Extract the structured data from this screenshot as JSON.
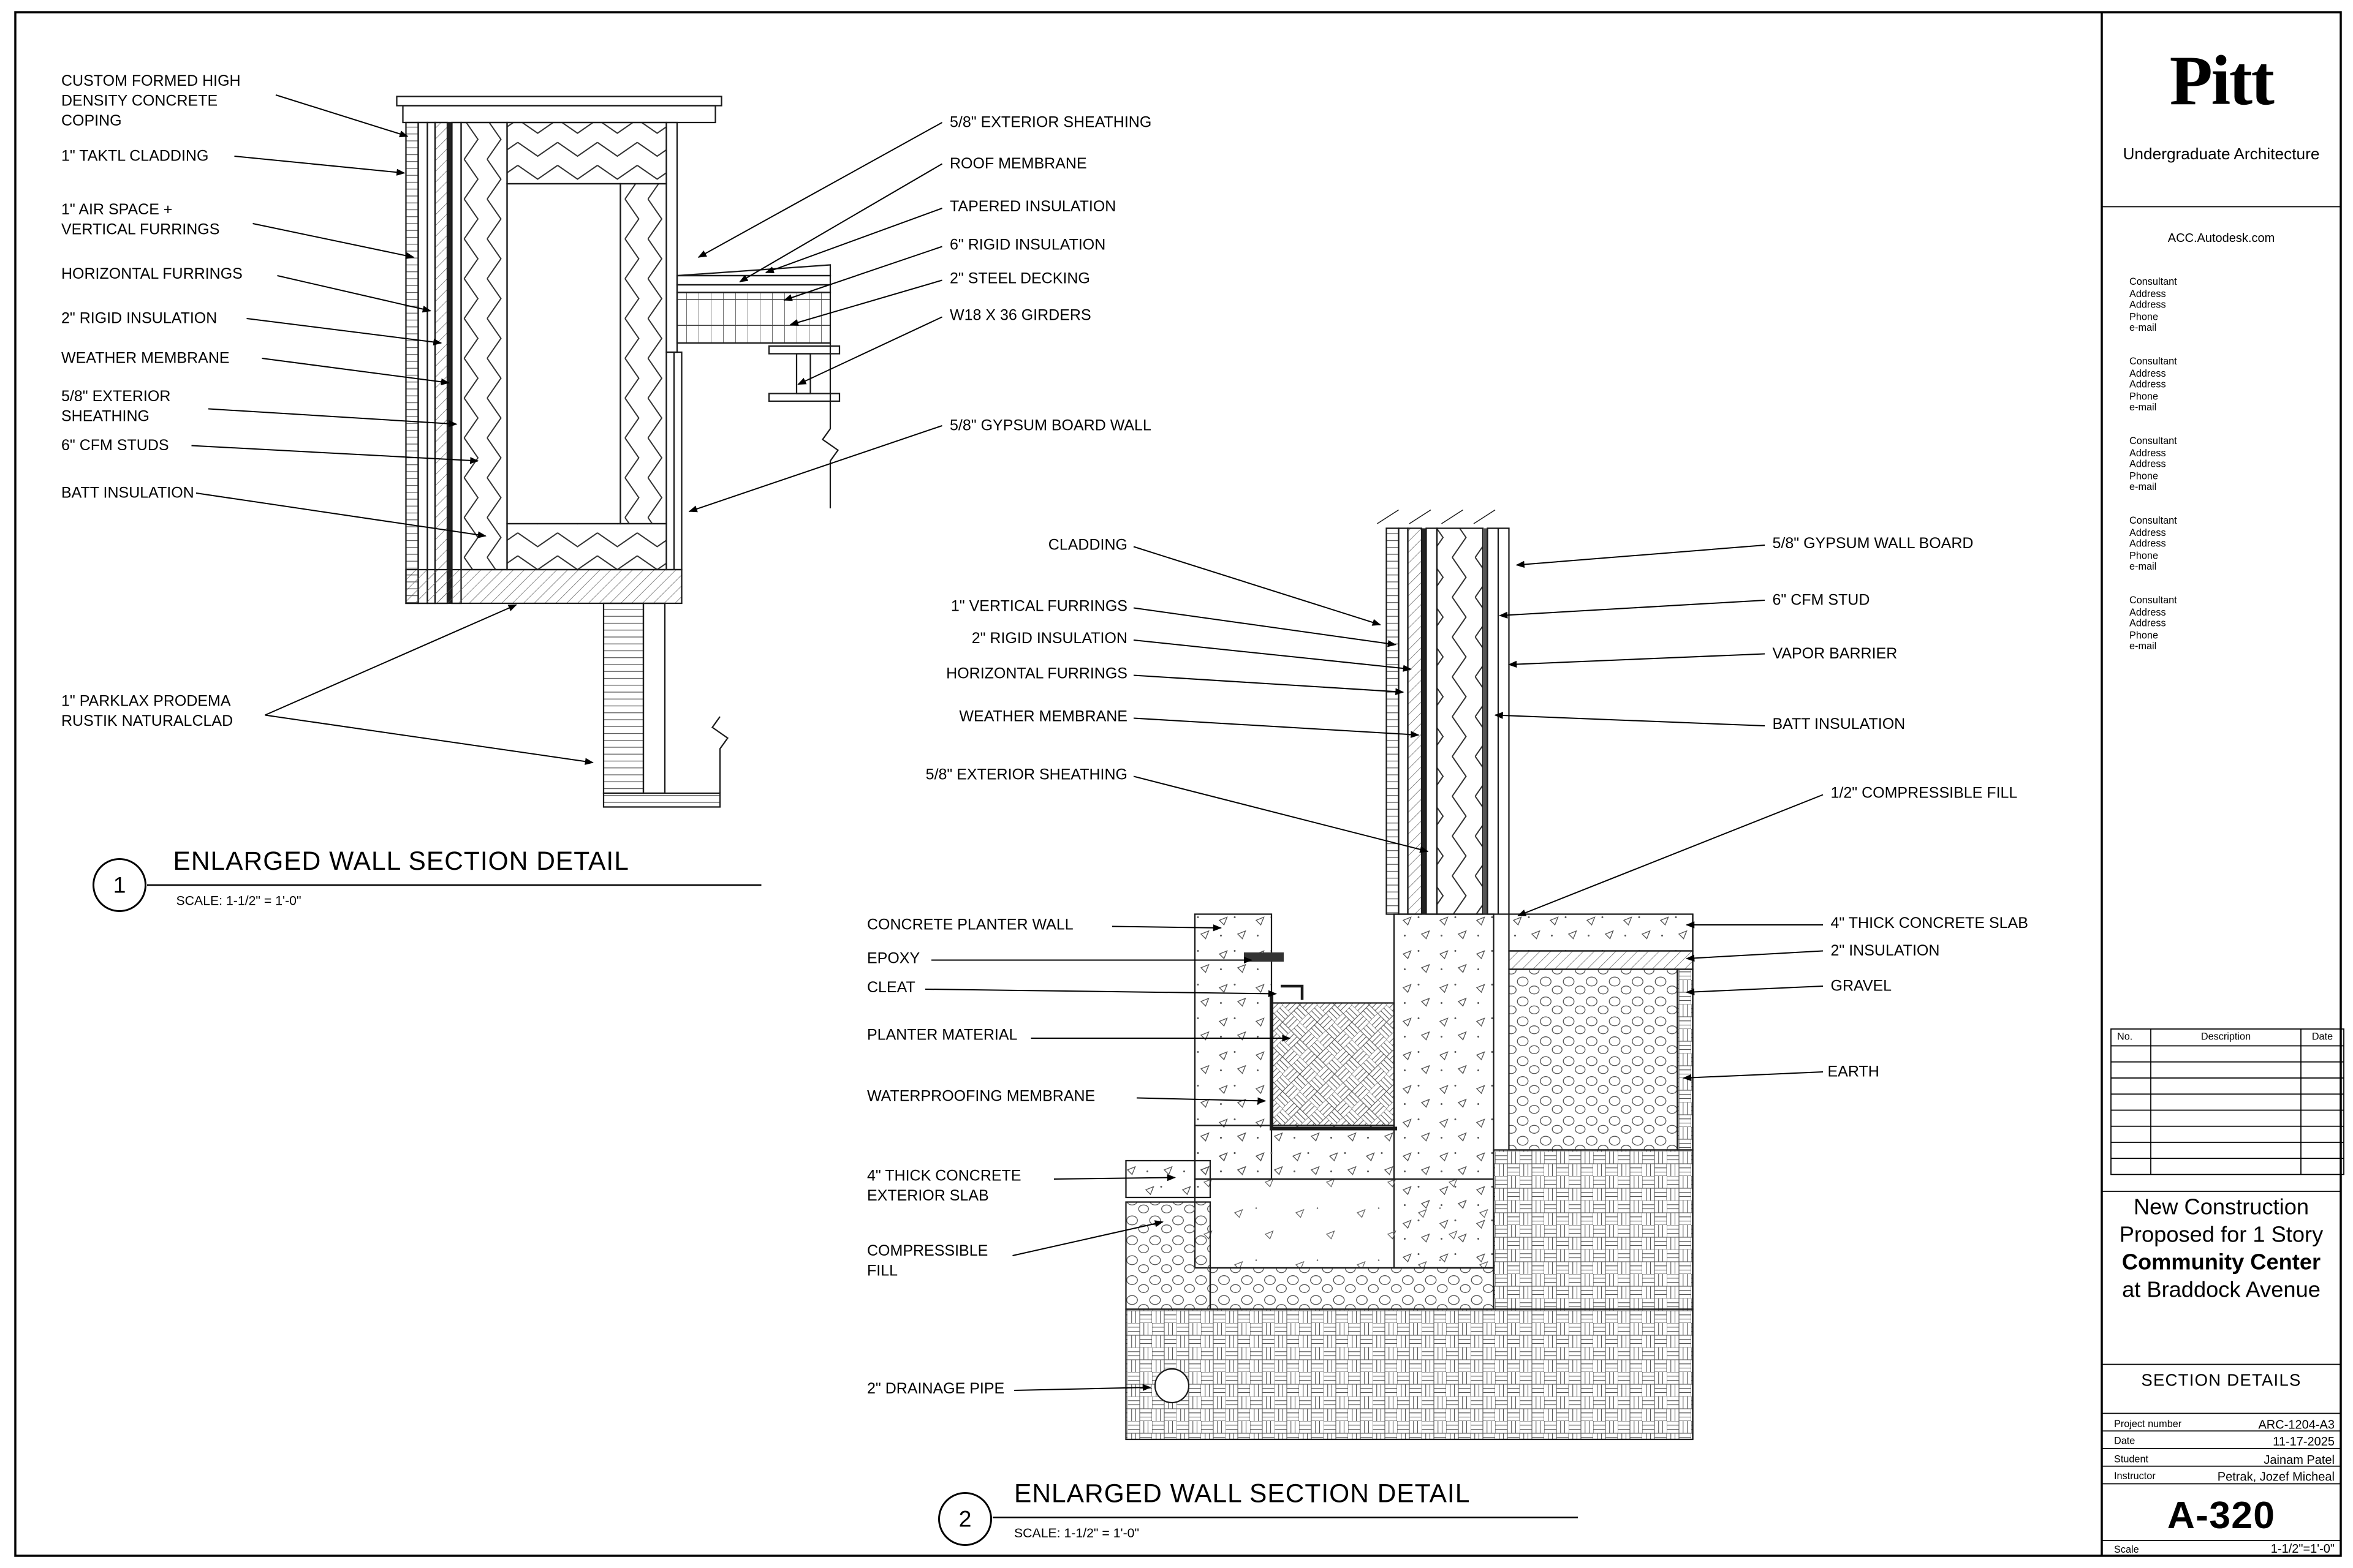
{
  "titleblock": {
    "logo": "Pitt",
    "program": "Undergraduate Architecture",
    "website": "ACC.Autodesk.com",
    "consultant_block": "Consultant\nAddress\nAddress\nPhone\ne-mail",
    "revision_headers": {
      "no": "No.",
      "description": "Description",
      "date": "Date"
    },
    "project_title_line1": "New Construction",
    "project_title_line2": "Proposed for 1 Story",
    "project_title_line3": "Community Center",
    "project_title_line4": "at Braddock Avenue",
    "sheet_title": "SECTION DETAILS",
    "fields": {
      "project_number_label": "Project number",
      "project_number_value": "ARC-1204-A3",
      "date_label": "Date",
      "date_value": "11-17-2025",
      "student_label": "Student",
      "student_value": "Jainam Patel",
      "instructor_label": "Instructor",
      "instructor_value": "Petrak, Jozef Micheal",
      "scale_label": "Scale",
      "scale_value": "1-1/2\"=1'-0\""
    },
    "sheet_number": "A-320"
  },
  "detail1": {
    "bubble": "1",
    "title": "ENLARGED WALL SECTION DETAIL",
    "scale": "SCALE: 1-1/2\" = 1'-0\"",
    "labels_left": [
      "CUSTOM FORMED HIGH\nDENSITY CONCRETE\nCOPING",
      "1\" TAKTL CLADDING",
      "1\" AIR SPACE +\nVERTICAL FURRINGS",
      "HORIZONTAL FURRINGS",
      "2\" RIGID INSULATION",
      "WEATHER MEMBRANE",
      "5/8\" EXTERIOR\nSHEATHING",
      "6\" CFM STUDS",
      "BATT INSULATION",
      "1\" PARKLAX PRODEMA\nRUSTIK NATURALCLAD"
    ],
    "labels_right": [
      "5/8\" EXTERIOR SHEATHING",
      "ROOF MEMBRANE",
      "TAPERED INSULATION",
      "6\" RIGID INSULATION",
      "2\" STEEL DECKING",
      "W18 X 36 GIRDERS",
      "5/8\" GYPSUM BOARD WALL"
    ]
  },
  "detail2": {
    "bubble": "2",
    "title": "ENLARGED WALL SECTION DETAIL",
    "scale": "SCALE: 1-1/2\" = 1'-0\"",
    "labels_left": [
      "CLADDING",
      "1\" VERTICAL FURRINGS",
      "2\" RIGID INSULATION",
      "HORIZONTAL FURRINGS",
      "WEATHER MEMBRANE",
      "5/8\" EXTERIOR SHEATHING",
      "CONCRETE PLANTER WALL",
      "EPOXY",
      "CLEAT",
      "PLANTER MATERIAL",
      "WATERPROOFING MEMBRANE",
      "4\" THICK CONCRETE\nEXTERIOR SLAB",
      "COMPRESSIBLE\nFILL",
      "2\" DRAINAGE PIPE"
    ],
    "labels_right": [
      "5/8\" GYPSUM WALL BOARD",
      "6\" CFM STUD",
      "VAPOR BARRIER",
      "BATT INSULATION",
      "1/2\" COMPRESSIBLE FILL",
      "4\" THICK CONCRETE SLAB",
      "2\" INSULATION",
      "GRAVEL",
      "EARTH"
    ]
  }
}
